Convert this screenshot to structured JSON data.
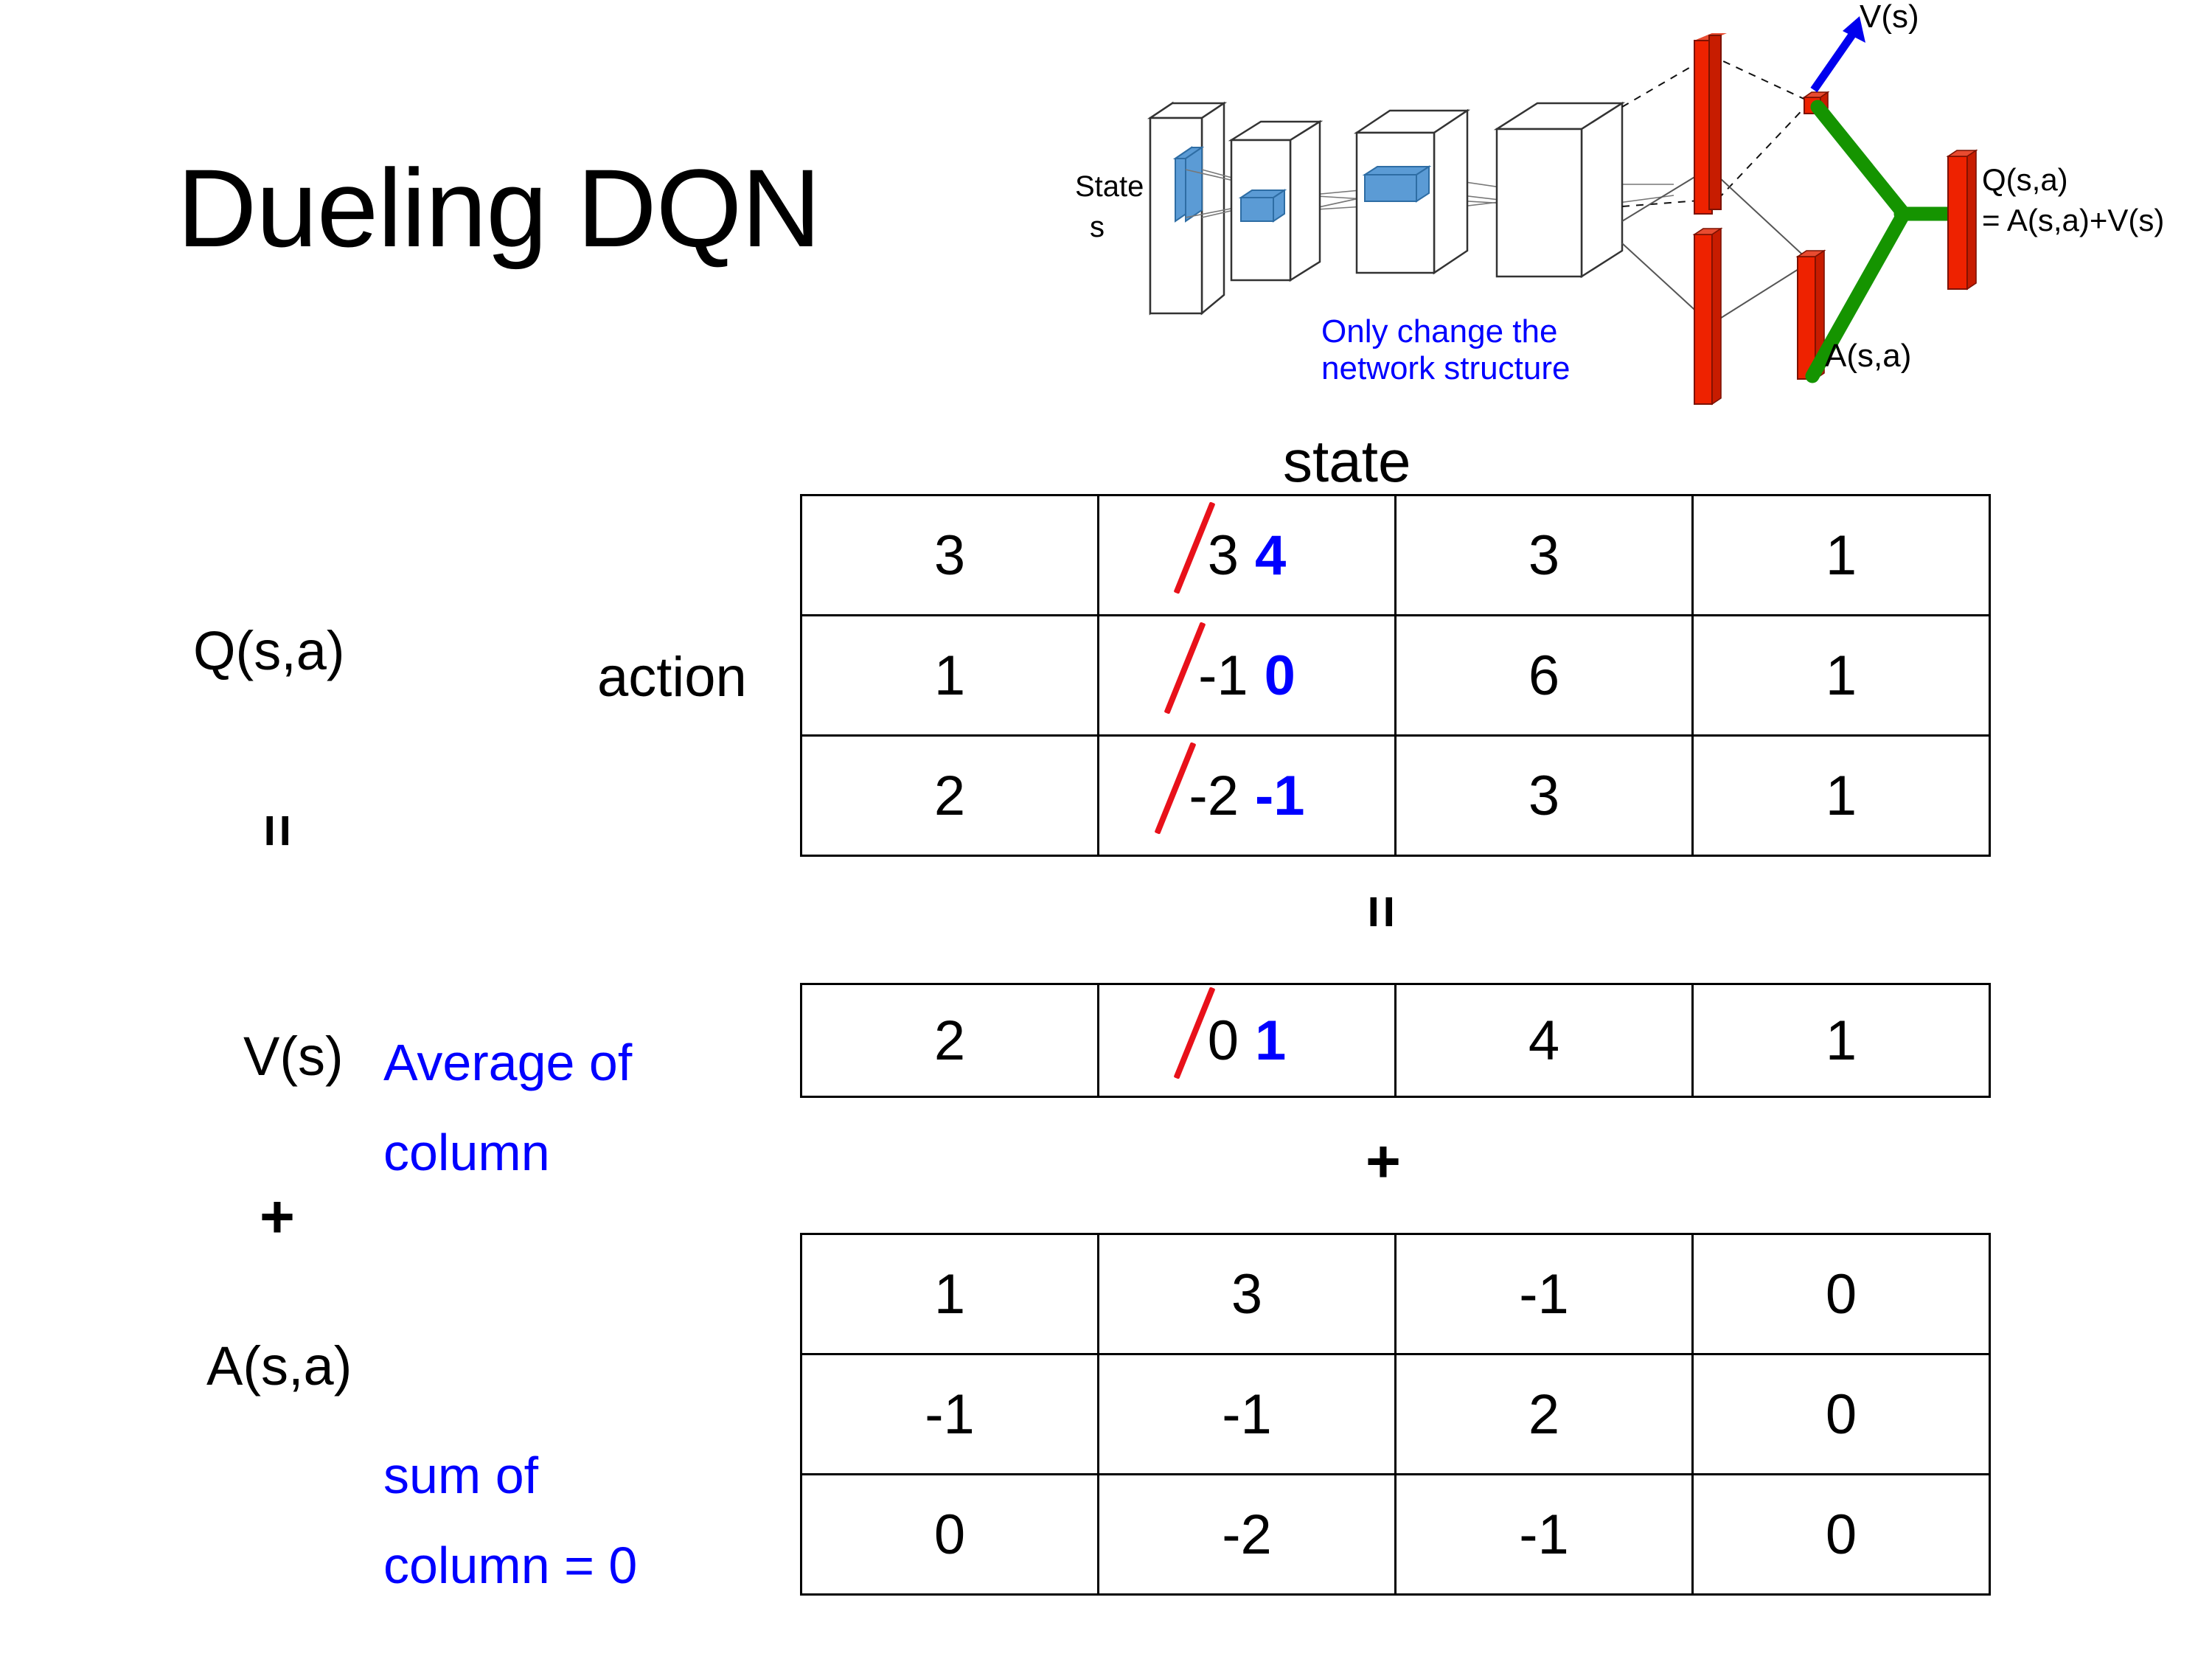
{
  "slide": {
    "title": "Dueling DQN"
  },
  "diagram": {
    "state_label": "State",
    "state_sub": "s",
    "note_line1": "Only change the",
    "note_line2": "network structure",
    "value_label": "V(s)",
    "advantage_label": "A(s,a)",
    "q_label": "Q(s,a)",
    "q_formula": "= A(s,a)+V(s)",
    "colors": {
      "red_bar": "#ee2200",
      "blue_arrow": "#0000ee",
      "green_link": "#159400",
      "blue_block": "#5b9bd5",
      "note_blue": "#0000ff"
    }
  },
  "labels": {
    "q_table": "Q(s,a)",
    "action_axis": "action",
    "state_axis": "state",
    "equals": "=",
    "plus": "+",
    "v_table": "V(s)",
    "a_table": "A(s,a)",
    "v_note_line1": "Average of",
    "v_note_line2": "column",
    "a_note_line1": "sum of",
    "a_note_line2": "column = 0"
  },
  "chart_data": {
    "type": "table",
    "title": "Dueling DQN decomposition  Q(s,a) = V(s) + A(s,a)",
    "accent_old": "#000000",
    "accent_strike": "#e8111a",
    "accent_new": "#0000ff",
    "tables": [
      {
        "name": "q_table",
        "label": "Q(s,a)",
        "row_axis": "action",
        "col_axis": "state",
        "rows": 3,
        "cols": 4,
        "cells": [
          [
            {
              "value": "3"
            },
            {
              "old": "3",
              "new": "4"
            },
            {
              "value": "3"
            },
            {
              "value": "1"
            }
          ],
          [
            {
              "value": "1"
            },
            {
              "old": "-1",
              "new": "0"
            },
            {
              "value": "6"
            },
            {
              "value": "1"
            }
          ],
          [
            {
              "value": "2"
            },
            {
              "old": "-2",
              "new": "-1"
            },
            {
              "value": "3"
            },
            {
              "value": "1"
            }
          ]
        ]
      },
      {
        "name": "v_table",
        "label": "V(s)",
        "rows": 1,
        "cols": 4,
        "cells": [
          [
            {
              "value": "2"
            },
            {
              "old": "0",
              "new": "1"
            },
            {
              "value": "4"
            },
            {
              "value": "1"
            }
          ]
        ]
      },
      {
        "name": "a_table",
        "label": "A(s,a)",
        "rows": 3,
        "cols": 4,
        "cells": [
          [
            {
              "value": "1"
            },
            {
              "value": "3"
            },
            {
              "value": "-1"
            },
            {
              "value": "0"
            }
          ],
          [
            {
              "value": "-1"
            },
            {
              "value": "-1"
            },
            {
              "value": "2"
            },
            {
              "value": "0"
            }
          ],
          [
            {
              "value": "0"
            },
            {
              "value": "-2"
            },
            {
              "value": "-1"
            },
            {
              "value": "0"
            }
          ]
        ]
      }
    ],
    "operators": [
      {
        "symbol": "=",
        "between": [
          "q_table",
          "v_table"
        ]
      },
      {
        "symbol": "+",
        "between": [
          "v_table",
          "a_table"
        ]
      }
    ]
  }
}
